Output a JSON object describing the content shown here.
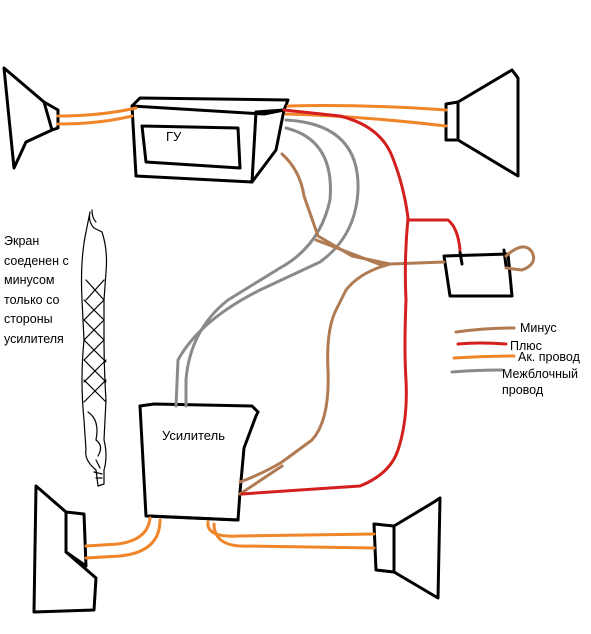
{
  "colors": {
    "minus": "#b07a52",
    "plus": "#d41f1f",
    "acoustic": "#f0852a",
    "interconnect": "#8a8a8a",
    "outline": "#000000"
  },
  "labels": {
    "head_unit": "ГУ",
    "amplifier": "Усилитель",
    "shield_note": "Экран соеденен с минусом только со стороны усилителя"
  },
  "legend": {
    "items": [
      {
        "label": "Минус",
        "color_key": "minus"
      },
      {
        "label": "Плюс",
        "color_key": "plus"
      },
      {
        "label": "Ак. провод",
        "color_key": "acoustic"
      },
      {
        "label": "Межблочный провод",
        "color_key": "interconnect"
      }
    ]
  }
}
